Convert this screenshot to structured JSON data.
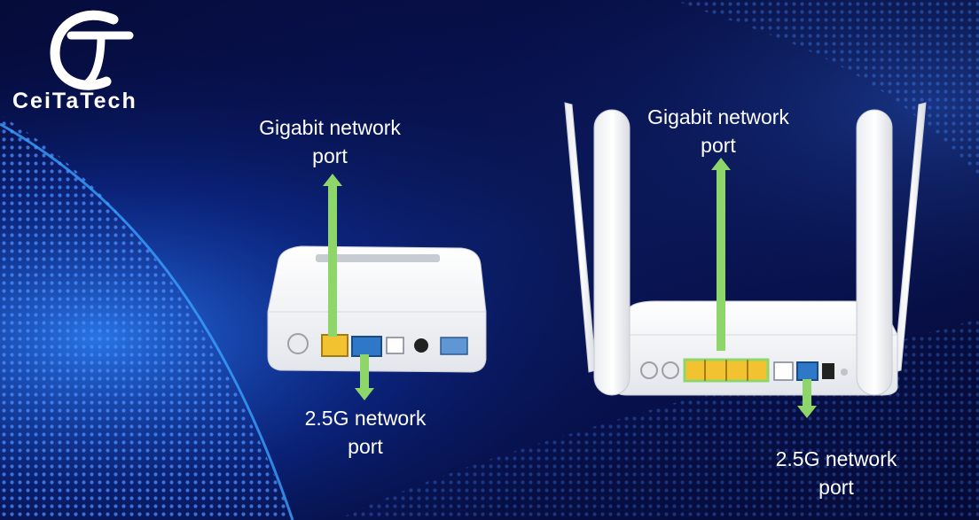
{
  "logo": {
    "text": "CeiTaTech",
    "icon": "ct-monogram-icon"
  },
  "device_left": {
    "gigabit_label": [
      "Gigabit network",
      "port"
    ],
    "port25_label": [
      "2.5G network",
      "port"
    ]
  },
  "device_right": {
    "gigabit_label": [
      "Gigabit network",
      "port"
    ],
    "port25_label": [
      "2.5G network",
      "port"
    ]
  },
  "colors": {
    "background": "#07104a",
    "arrow": "#8fd66a",
    "gigabit_port": "#f2c230",
    "port25": "#2f78c8",
    "device_body": "#f4f5f7"
  }
}
